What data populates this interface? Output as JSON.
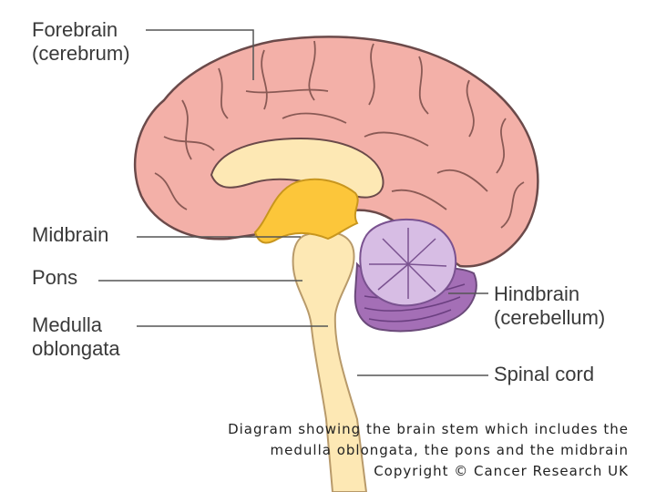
{
  "labels": {
    "forebrain_line1": "Forebrain",
    "forebrain_line2": "(cerebrum)",
    "midbrain": "Midbrain",
    "pons": "Pons",
    "medulla_line1": "Medulla",
    "medulla_line2": "oblongata",
    "hindbrain_line1": "Hindbrain",
    "hindbrain_line2": "(cerebellum)",
    "spinal_cord": "Spinal cord"
  },
  "caption": {
    "line1": "Diagram showing the brain stem which includes the",
    "line2": "medulla oblongata, the pons and the midbrain",
    "line3": "Copyright © Cancer Research UK"
  },
  "colors": {
    "cerebrum": "#f3b0a8",
    "brainstem": "#fde8b4",
    "midbrain": "#fcc63a",
    "cerebellum": "#d7bde4",
    "cerebellum_dark": "#a46fb6",
    "outline": "#6b4a4a"
  }
}
